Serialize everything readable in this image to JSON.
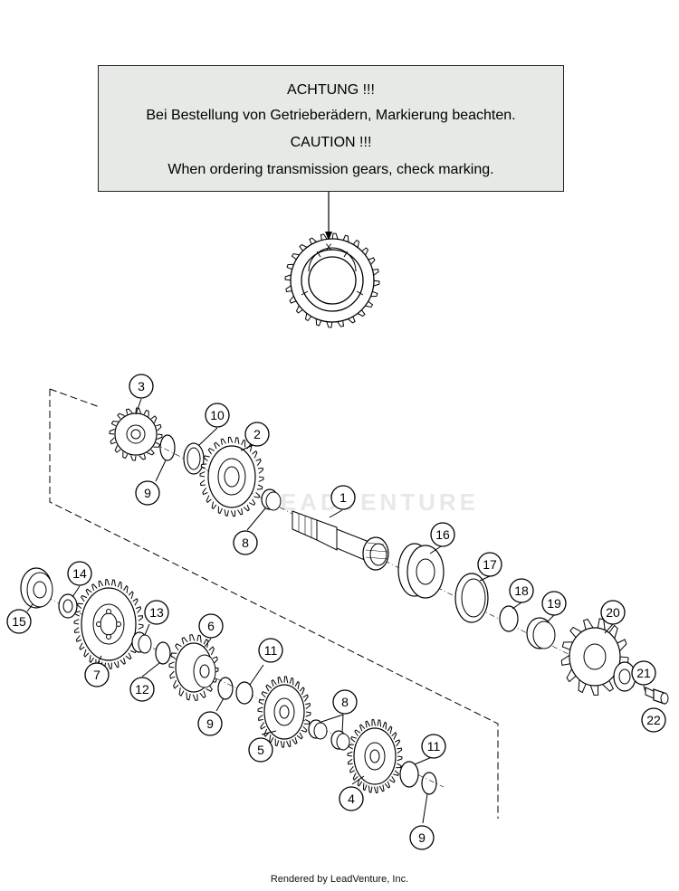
{
  "notice": {
    "title_de": "ACHTUNG !!!",
    "text_de": "Bei Bestellung von Getrieberädern, Markierung beachten.",
    "title_en": "CAUTION !!!",
    "text_en": "When ordering transmission gears, check marking."
  },
  "marking_symbol": "X",
  "watermark": "LEADVENTURE",
  "footer": "Rendered by LeadVenture, Inc.",
  "callouts": {
    "c1": "1",
    "c2": "2",
    "c3": "3",
    "c4": "4",
    "c5": "5",
    "c6": "6",
    "c7": "7",
    "c8a": "8",
    "c8b": "8",
    "c9a": "9",
    "c9b": "9",
    "c9c": "9",
    "c10": "10",
    "c11a": "11",
    "c11b": "11",
    "c12": "12",
    "c13": "13",
    "c14": "14",
    "c15": "15",
    "c16": "16",
    "c17": "17",
    "c18": "18",
    "c19": "19",
    "c20": "20",
    "c21": "21",
    "c22": "22"
  }
}
